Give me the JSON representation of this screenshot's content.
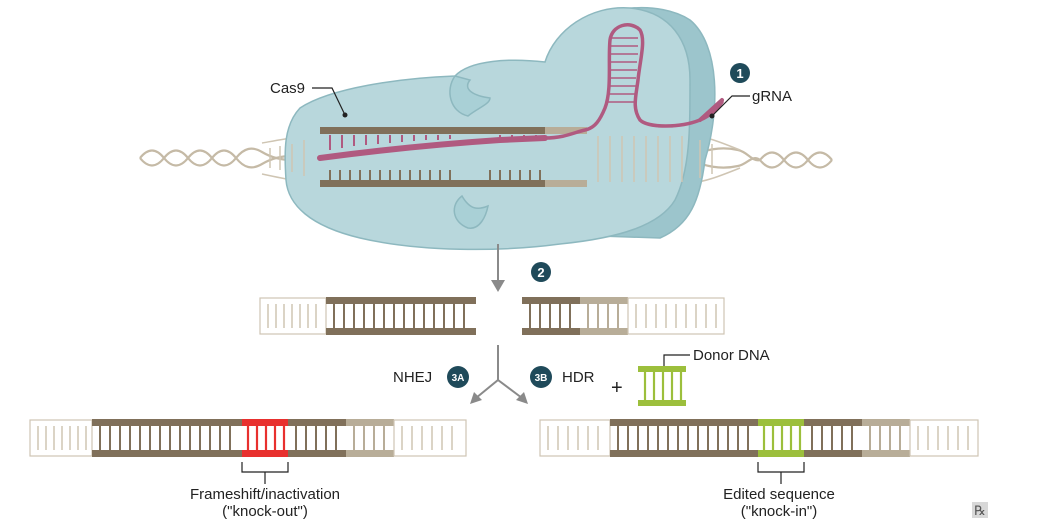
{
  "labels": {
    "cas9": "Cas9",
    "grna": "gRNA",
    "donor_dna": "Donor DNA",
    "nhej": "NHEJ",
    "hdr": "HDR",
    "plus": "+",
    "knockout_line1": "Frameshift/inactivation",
    "knockout_line2": "(\"knock-out\")",
    "knockin_line1": "Edited sequence",
    "knockin_line2": "(\"knock-in\")",
    "corner_mark": "℞"
  },
  "steps": {
    "step1": "1",
    "step2": "2",
    "step3a": "3A",
    "step3b": "3B"
  },
  "colors": {
    "protein_fill": "#b8d7dc",
    "protein_shadow": "#9cc5cc",
    "protein_stroke": "#8db8bf",
    "dna_dark": "#80705a",
    "dna_light": "#b8ad98",
    "dna_ladder_outline": "#cfc5b3",
    "grna": "#b05a80",
    "badge": "#1f4a5a",
    "arrow_gray": "#8a8a8a",
    "insert_red": "#e8302e",
    "insert_green": "#9cbf3c"
  }
}
